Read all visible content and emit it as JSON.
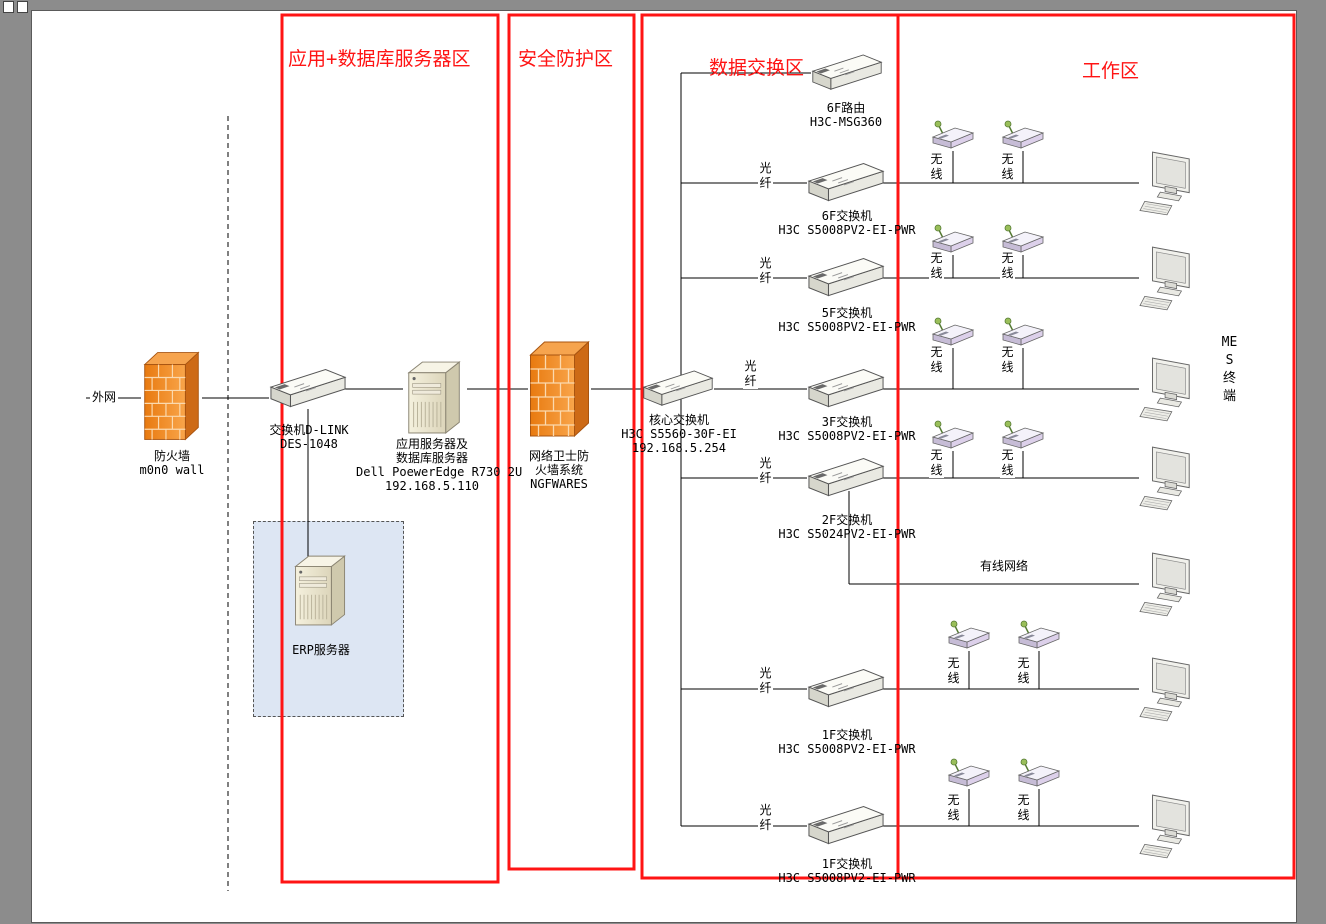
{
  "window": {
    "icon1": "page",
    "icon2": "page"
  },
  "zones": [
    {
      "title": "应用+数据库服务器区"
    },
    {
      "title": "安全防护区"
    },
    {
      "title": "数据交换区"
    },
    {
      "title": "工作区"
    }
  ],
  "nodes": {
    "external": {
      "label": "外网"
    },
    "m0n0_firewall": {
      "name": "防火墙",
      "model": "m0n0 wall"
    },
    "dlink_switch": {
      "name": "交换机D-LINK",
      "model": "DES-1048"
    },
    "app_server": {
      "name1": "应用服务器及",
      "name2": "数据库服务器",
      "model": "Dell PoewerEdge R730 2U",
      "ip": "192.168.5.110"
    },
    "erp_server": {
      "name": "ERP服务器"
    },
    "ngfw": {
      "name1": "网络卫士防",
      "name2": "火墙系统",
      "model": "NGFWARES"
    },
    "core_switch": {
      "name": "核心交换机",
      "model": "H3C S5560-30F-EI",
      "ip": "192.168.5.254"
    },
    "router6f": {
      "name": "6F路由",
      "model": "H3C-MSG360"
    }
  },
  "floor_switches": [
    {
      "name": "6F交换机",
      "model": "H3C S5008PV2-EI-PWR"
    },
    {
      "name": "5F交换机",
      "model": "H3C S5008PV2-EI-PWR"
    },
    {
      "name": "3F交换机",
      "model": "H3C S5008PV2-EI-PWR"
    },
    {
      "name": "2F交换机",
      "model": "H3C S5024PV2-EI-PWR"
    },
    {
      "name": "1F交换机",
      "model": "H3C S5008PV2-EI-PWR"
    },
    {
      "name": "1F交换机",
      "model": "H3C S5008PV2-EI-PWR"
    }
  ],
  "link_labels": {
    "fiber": "光纤",
    "wireless": "无线",
    "wired": "有线网络",
    "mes": "MES终端"
  },
  "colors": {
    "zone_red": "#ff1414",
    "firewall_orange": "#ef8418",
    "erp_panel_blue": "#dde6f3"
  }
}
